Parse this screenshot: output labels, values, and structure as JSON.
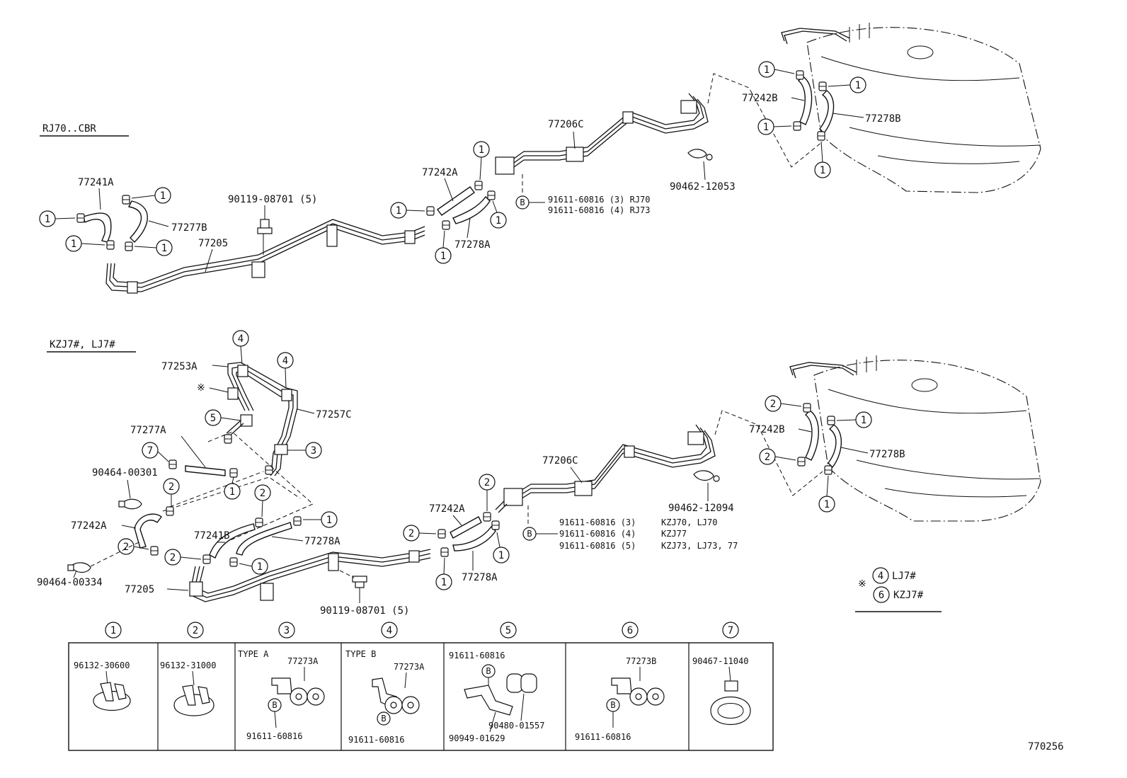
{
  "sections": {
    "top_title": "RJ70..CBR",
    "bottom_title": "KZJ7#, LJ7#"
  },
  "markers": {
    "one": "1",
    "two": "2",
    "three": "3",
    "four": "4",
    "five": "5",
    "six": "6",
    "seven": "7",
    "b": "B",
    "asterisk": "※"
  },
  "top": {
    "p77241A": "77241A",
    "p77277B": "77277B",
    "p77205": "77205",
    "p90119": "90119-08701 (5)",
    "p77242A": "77242A",
    "p77278A": "77278A",
    "p77206C": "77206C",
    "p90462": "90462-12053",
    "p91611_rj70": "91611-60816 (3) RJ70",
    "p91611_rj73": "91611-60816 (4) RJ73",
    "p77242B": "77242B",
    "p77278B": "77278B"
  },
  "bottom": {
    "p77253A": "77253A",
    "p77257C": "77257C",
    "p77277A": "77277A",
    "p90464_00301": "90464-00301",
    "p77242A_left": "77242A",
    "p77241B": "77241B",
    "p77278A_left": "77278A",
    "p90464_00334": "90464-00334",
    "p77205": "77205",
    "p90119": "90119-08701 (5)",
    "p77242A": "77242A",
    "p77278A": "77278A",
    "p77206C": "77206C",
    "p90462": "90462-12094",
    "p91611_a": "91611-60816 (3)",
    "p91611_a_model": "KZJ70, LJ70",
    "p91611_b": "91611-60816 (4)",
    "p91611_b_model": "KZJ77",
    "p91611_c": "91611-60816 (5)",
    "p91611_c_model": "KZJ73, LJ73, 77",
    "p77242B": "77242B",
    "p77278B": "77278B",
    "note_lj7": "LJ7#",
    "note_kzj7": "KZJ7#"
  },
  "legend": [
    {
      "num": "1",
      "type": "",
      "top": "96132-30600",
      "bottom": ""
    },
    {
      "num": "2",
      "type": "",
      "top": "96132-31000",
      "bottom": ""
    },
    {
      "num": "3",
      "type": "TYPE A",
      "top": "77273A",
      "bottom": "91611-60816"
    },
    {
      "num": "4",
      "type": "TYPE B",
      "top": "77273A",
      "bottom": "91611-60816"
    },
    {
      "num": "5",
      "type": "",
      "top": "91611-60816",
      "mid": "90480-01557",
      "bottom": "90949-01629"
    },
    {
      "num": "6",
      "type": "",
      "top": "77273B",
      "bottom": "91611-60816"
    },
    {
      "num": "7",
      "type": "",
      "top": "90467-11040",
      "bottom": ""
    }
  ],
  "figure_code": "770256"
}
